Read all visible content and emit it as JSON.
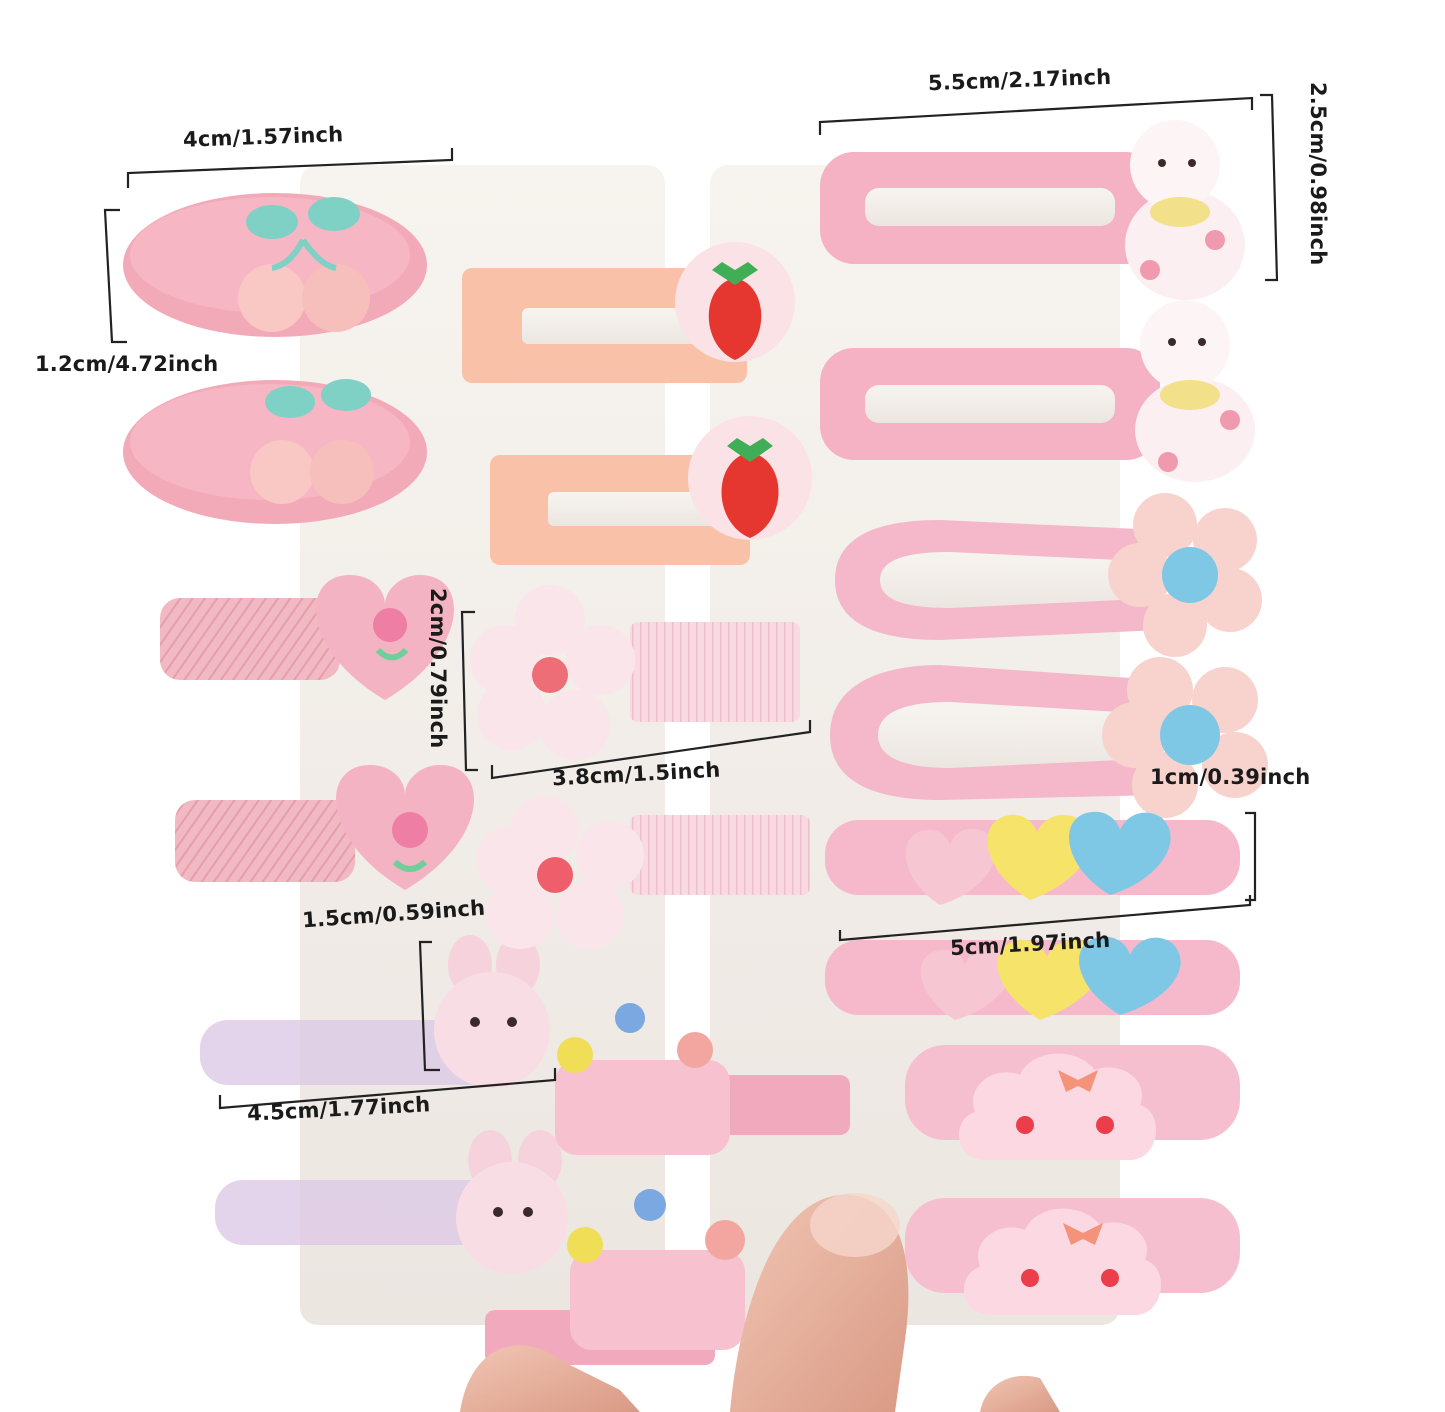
{
  "dimensions": {
    "cherry_length": "4cm/1.57inch",
    "cherry_height": "1.2cm/4.72inch",
    "cat_length": "5.5cm/2.17inch",
    "cat_height": "2.5cm/0.98inch",
    "flower_height": "2cm/0.79inch",
    "flower_length": "3.8cm/1.5inch",
    "heart_height": "1cm/0.39inch",
    "heart_length": "5cm/1.97inch",
    "bunny_height": "1.5cm/0.59inch",
    "bunny_length": "4.5cm/1.77inch"
  },
  "colors": {
    "card": "#f6f2ee",
    "pink_clip": "#f4aec0",
    "peach_clip": "#f9c2a8",
    "light_pink": "#f7c9d6",
    "mint": "#7fd1c6",
    "strawberry_red": "#e5372f",
    "yellow": "#f6e36a",
    "blue": "#7ec8e6",
    "lilac": "#dcc9e6"
  },
  "objects": [
    "cherry-hair-clip",
    "strawberry-snap-clip",
    "cat-snap-clip",
    "flower-teardrop-clip",
    "heart-ribbon-clip",
    "daisy-ribbon-clip",
    "triple-heart-clip",
    "bunny-clip",
    "crown-claw-clip",
    "cloud-face-clip"
  ]
}
